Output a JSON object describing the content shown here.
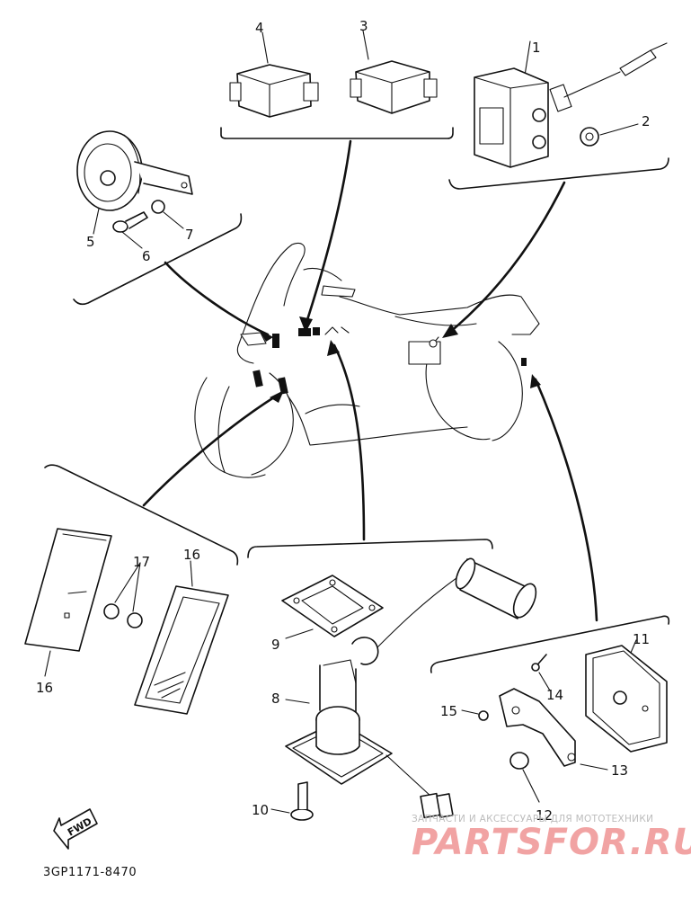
{
  "diagram": {
    "part_numbers": [
      "1",
      "2",
      "3",
      "4",
      "5",
      "6",
      "7",
      "8",
      "9",
      "10",
      "11",
      "12",
      "13",
      "14",
      "15",
      "16",
      "16",
      "17"
    ],
    "fwd_label": "FWD",
    "drawing_code": "3GP1171-8470",
    "watermark": {
      "tagline": "ЗАПЧАСТИ И АКСЕССУАРЫ ДЛЯ МОТОТЕХНИКИ",
      "logo": "PARTSFOR.RU"
    }
  }
}
